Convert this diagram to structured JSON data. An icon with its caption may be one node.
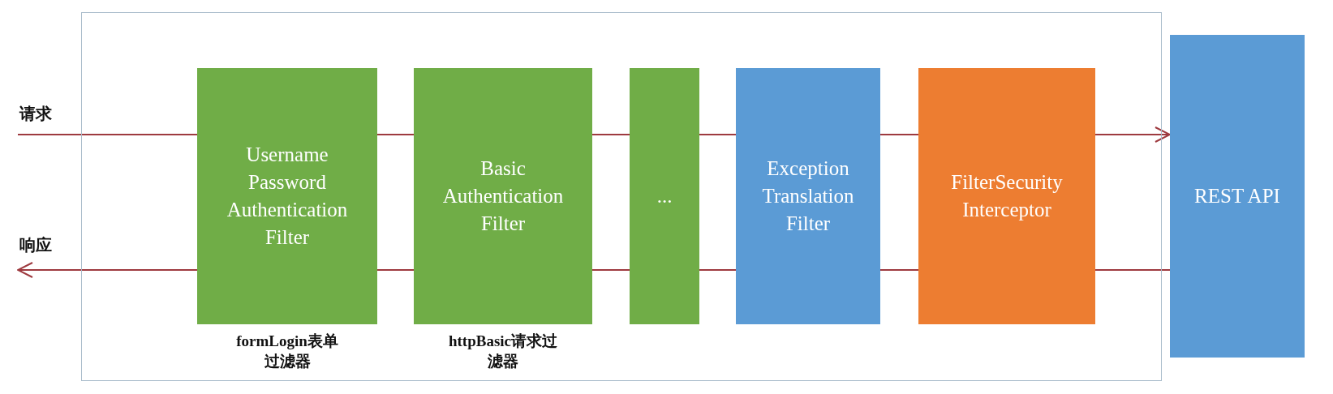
{
  "diagram": {
    "nodes": [
      {
        "text": [],
        "shape": "box"
      },
      {
        "text": [
          "Username Password Authentication Filter"
        ],
        "in": 0,
        "beside": [
          "formLogin表单过滤器"
        ]
      },
      {
        "text": [
          "Basic Authentication Filter"
        ],
        "in": 0,
        "beside": [
          "httpBasic请求过滤器"
        ]
      },
      {
        "text": [
          "..."
        ],
        "in": 0
      },
      {
        "text": [
          "Exception Translation Filter"
        ],
        "in": 0
      },
      {
        "text": [
          "FilterSecurity Interceptor"
        ],
        "in": 0
      },
      {
        "text": [
          "REST API"
        ]
      }
    ],
    "edges": [
      {
        "from": null,
        "to": 1,
        "arrow": "none",
        "label": "请求"
      },
      {
        "from": 1,
        "to": 2,
        "arrow": "none"
      },
      {
        "from": 2,
        "to": 3,
        "arrow": "none"
      },
      {
        "from": 3,
        "to": 4,
        "arrow": "none"
      },
      {
        "from": 4,
        "to": 5,
        "arrow": "none"
      },
      {
        "from": 5,
        "to": 6,
        "arrow": "to"
      },
      {
        "from": 6,
        "to": 5,
        "arrow": "none"
      },
      {
        "from": 5,
        "to": 4,
        "arrow": "none"
      },
      {
        "from": 4,
        "to": 3,
        "arrow": "none"
      },
      {
        "from": 3,
        "to": 2,
        "arrow": "none"
      },
      {
        "from": 2,
        "to": 1,
        "arrow": "none"
      },
      {
        "from": 1,
        "to": null,
        "arrow": "to",
        "label": "响应"
      }
    ]
  }
}
